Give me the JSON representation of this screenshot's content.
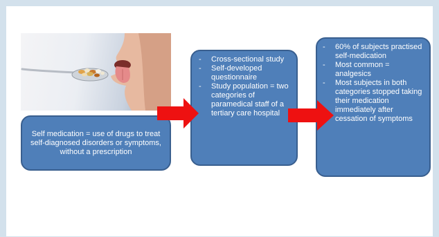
{
  "left_box": {
    "text": "Self medication = use of drugs to treat self-diagnosed disorders or symptoms, without a prescription"
  },
  "mid_box": {
    "items": [
      "Cross-sectional study",
      "Self-developed questionnaire",
      "Study population = two categories of paramedical staff of a tertiary care hospital"
    ]
  },
  "right_box": {
    "items": [
      "60% of subjects practised self-medication",
      "Most common = analgesics",
      "Most subjects in both categories stopped taking their medication immediately after cessation of symptoms"
    ]
  },
  "colors": {
    "box_fill": "#4f7fb9",
    "box_border": "#395f8f",
    "arrow": "#ee1111",
    "frame": "#d3e1ec"
  },
  "icons": {
    "photo": "person-taking-pills-from-spoon",
    "arrows": "right-arrow"
  }
}
